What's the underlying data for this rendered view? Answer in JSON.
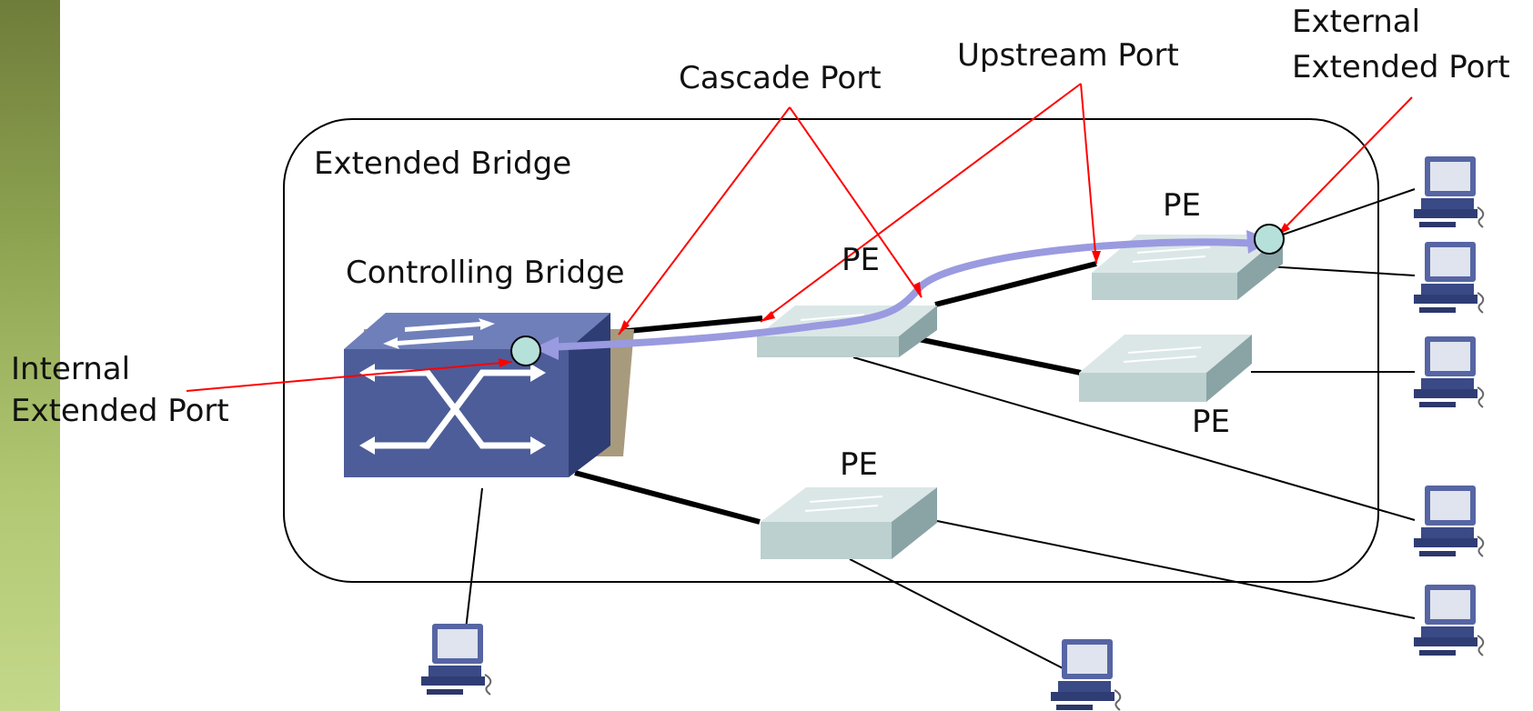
{
  "labels": {
    "cascade_port": "Cascade Port",
    "upstream_port": "Upstream Port",
    "external_extended_port_line1": "External",
    "external_extended_port_line2": "Extended Port",
    "extended_bridge": "Extended Bridge",
    "controlling_bridge": "Controlling Bridge",
    "internal_extended_port_line1": "Internal",
    "internal_extended_port_line2": "Extended Port",
    "pe_top_right": "PE",
    "pe_center": "PE",
    "pe_right_middle": "PE",
    "pe_bottom": "PE"
  },
  "colors": {
    "annotation": "#ff0000",
    "path_highlight": "#9a9ae0",
    "port_circle": "#b6e0da",
    "controlling_bridge": "#4d5d99",
    "pe_switch": "#bcd0d0",
    "sidebar": "#8fa552"
  }
}
